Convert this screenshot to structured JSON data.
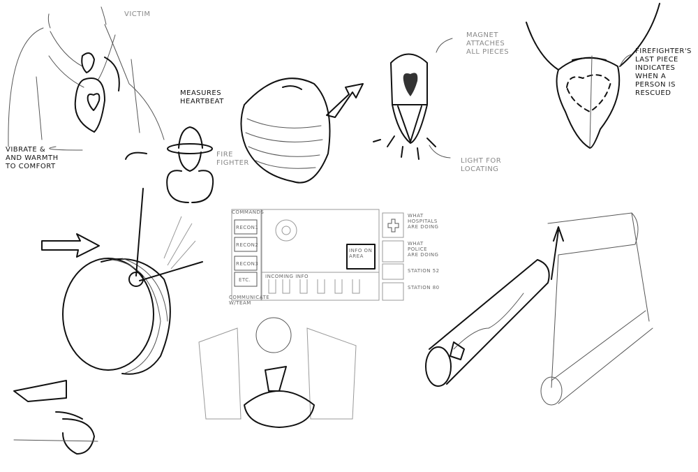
{
  "annotations": {
    "victim": "Victim",
    "measures_heartbeat": [
      "Measures",
      "heartbeat"
    ],
    "vibrate": [
      "Vibrate &",
      "and warmth",
      "to comfort"
    ],
    "fire_fighter": [
      "Fire",
      "fighter"
    ],
    "magnet": [
      "Magnet",
      "attaches",
      "all pieces"
    ],
    "light": [
      "Light for",
      "locating"
    ],
    "firefighters_piece": [
      "Firefighter's",
      "last piece",
      "indicates",
      "when a",
      "person is",
      "rescued"
    ]
  },
  "interface_sketch": {
    "commands_label": "Commands",
    "buttons": [
      "Recon1",
      "Recon2",
      "Recon3",
      "Etc."
    ],
    "communicate": [
      "Communicate",
      "w/team"
    ],
    "info_area": [
      "Info on",
      "area"
    ],
    "incoming_info": "Incoming info",
    "side_labels": [
      [
        "What",
        "hospitals",
        "are doing"
      ],
      [
        "What",
        "police",
        "are doing"
      ],
      [
        "Station 52"
      ],
      [
        "Station 80"
      ]
    ]
  }
}
